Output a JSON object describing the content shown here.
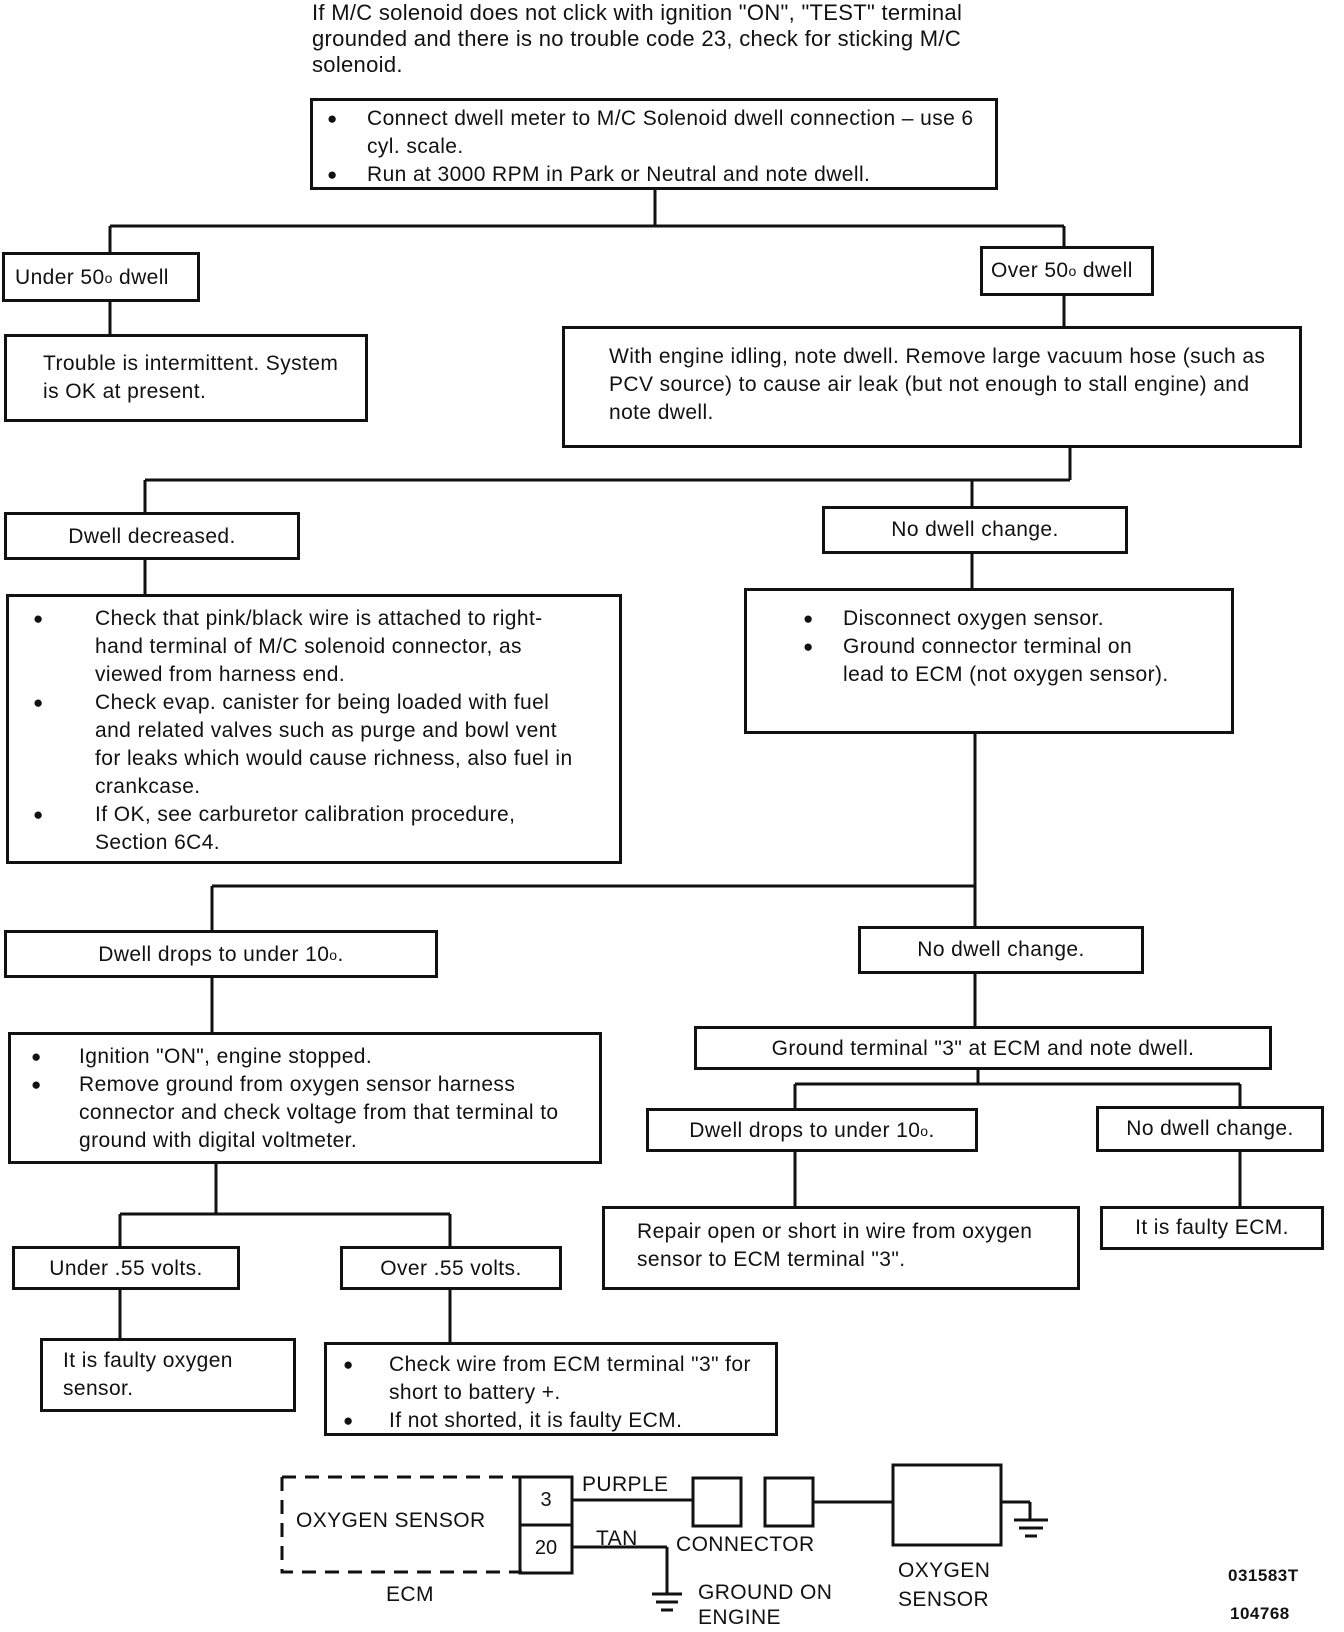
{
  "intro": "If M/C solenoid does not click with ignition \"ON\", \"TEST\" terminal grounded and there is no trouble code 23, check for sticking M/C solenoid.",
  "steps": {
    "connect_dwell": [
      "Connect dwell meter to M/C Solenoid dwell connection – use 6 cyl. scale.",
      "Run at 3000 RPM in Park or Neutral and note dwell."
    ],
    "under50": {
      "prefix": "Under 50",
      "sup": "o",
      "suffix": " dwell"
    },
    "over50": {
      "prefix": "Over 50",
      "sup": "o",
      "suffix": " dwell"
    },
    "intermittent": "Trouble is intermittent. System is OK at present.",
    "idle_check": "With engine idling, note dwell. Remove large vacuum hose (such as PCV source) to cause air leak (but not enough to stall engine) and note dwell.",
    "dwell_decreased": "Dwell decreased.",
    "no_change_1": "No dwell change.",
    "checks": [
      "Check that pink/black wire is attached to right-hand terminal of M/C solenoid connector, as viewed from harness end.",
      "Check evap. canister for being loaded with fuel and related valves such as purge and bowl vent for leaks which would cause richness, also fuel in crankcase.",
      "If OK, see carburetor calibration procedure, Section 6C4."
    ],
    "disconnect": [
      "Disconnect oxygen sensor.",
      "Ground connector terminal on lead to ECM (not oxygen sensor)."
    ],
    "drops_under10_a": {
      "prefix": "Dwell drops to under 10",
      "sup": "o",
      "suffix": "."
    },
    "no_change_2": "No dwell change.",
    "ignition_on": [
      "Ignition \"ON\", engine stopped.",
      "Remove ground from oxygen sensor harness connector and check voltage from that terminal to ground with digital voltmeter."
    ],
    "ground_terminal3": "Ground terminal \"3\" at ECM and note dwell.",
    "drops_under10_b": {
      "prefix": "Dwell drops to under 10",
      "sup": "o",
      "suffix": "."
    },
    "no_change_3": "No dwell change.",
    "under055": "Under .55 volts.",
    "over055": "Over .55 volts.",
    "repair_open": "Repair open or short in wire from oxygen sensor to ECM terminal \"3\".",
    "faulty_ecm": "It is faulty ECM.",
    "faulty_o2": "It is faulty oxygen sensor.",
    "check_wire": [
      "Check wire from ECM terminal \"3\" for short to battery +.",
      "If not shorted, it is faulty ECM."
    ]
  },
  "wiring": {
    "ecm_box_label": "OXYGEN SENSOR",
    "ecm_label": "ECM",
    "terminal_3": "3",
    "terminal_20": "20",
    "wire_purple": "PURPLE",
    "wire_tan": "TAN",
    "connector_label": "CONNECTOR",
    "ground_label": "GROUND ON ENGINE",
    "sensor_label": "OXYGEN SENSOR"
  },
  "codes": {
    "code1": "031583T",
    "code2": "104768"
  }
}
